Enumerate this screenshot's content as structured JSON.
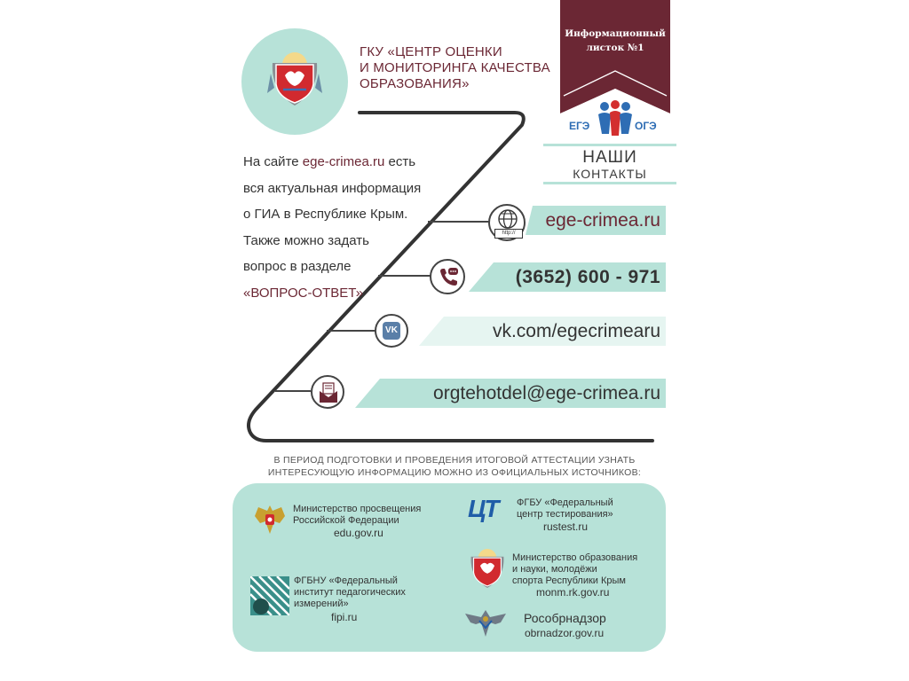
{
  "header": {
    "org_line1": "ГКУ «ЦЕНТР ОЦЕНКИ",
    "org_line2": "И МОНИТОРИНГА КАЧЕСТВА",
    "org_line3": "ОБРАЗОВАНИЯ»"
  },
  "ribbon": {
    "line1": "Информационный",
    "line2": "листок №1",
    "ege": "ЕГЭ",
    "oge": "ОГЭ"
  },
  "contacts": {
    "title": "НАШИ",
    "subtitle": "КОНТАКТЫ"
  },
  "info": {
    "line1_pre": "На сайте ",
    "line1_link": "ege-crimea.ru",
    "line1_post": " есть",
    "line2": "вся актуальная информация",
    "line3": "о ГИА в Республике Крым.",
    "line4": "Также можно задать",
    "line5": "вопрос в разделе",
    "line6": "«ВОПРОС-ОТВЕТ»"
  },
  "rows": {
    "site": "ege-crimea.ru",
    "site_icon_label": "http://",
    "phone": "(3652) 600 - 971",
    "vk": "vk.com/egecrimearu",
    "email": "orgtehotdel@ege-crimea.ru"
  },
  "period": {
    "line1": "В ПЕРИОД ПОДГОТОВКИ И ПРОВЕДЕНИЯ ИТОГОВОЙ АТТЕСТАЦИИ УЗНАТЬ",
    "line2": "ИНТЕРЕСУЮЩУЮ ИНФОРМАЦИЮ МОЖНО ИЗ ОФИЦИАЛЬНЫХ ИСТОЧНИКОВ:"
  },
  "sources": {
    "minpros": {
      "l1": "Министерство просвещения",
      "l2": "Российской Федерации",
      "url": "edu.gov.ru"
    },
    "rustest": {
      "logo": "ЦТ",
      "l1": "ФГБУ «Федеральный",
      "l2": "центр тестирования»",
      "url": "rustest.ru"
    },
    "monm": {
      "l1": "Министерство образования",
      "l2": "и науки, молодёжи",
      "l3": "спорта Республики Крым",
      "url": "monm.rk.gov.ru"
    },
    "fipi": {
      "l1": "ФГБНУ «Федеральный",
      "l2": "институт педагогических",
      "l3": "измерений»",
      "url": "fipi.ru"
    },
    "obrnadzor": {
      "l1": "Рособрнадзор",
      "url": "obrnadzor.gov.ru"
    }
  },
  "colors": {
    "mint": "#b7e2d8",
    "maroon": "#6b2734",
    "dark": "#333333"
  },
  "icons": {
    "site": "www-icon",
    "phone": "phone-icon",
    "vk": "vk-icon",
    "email": "mail-icon"
  }
}
